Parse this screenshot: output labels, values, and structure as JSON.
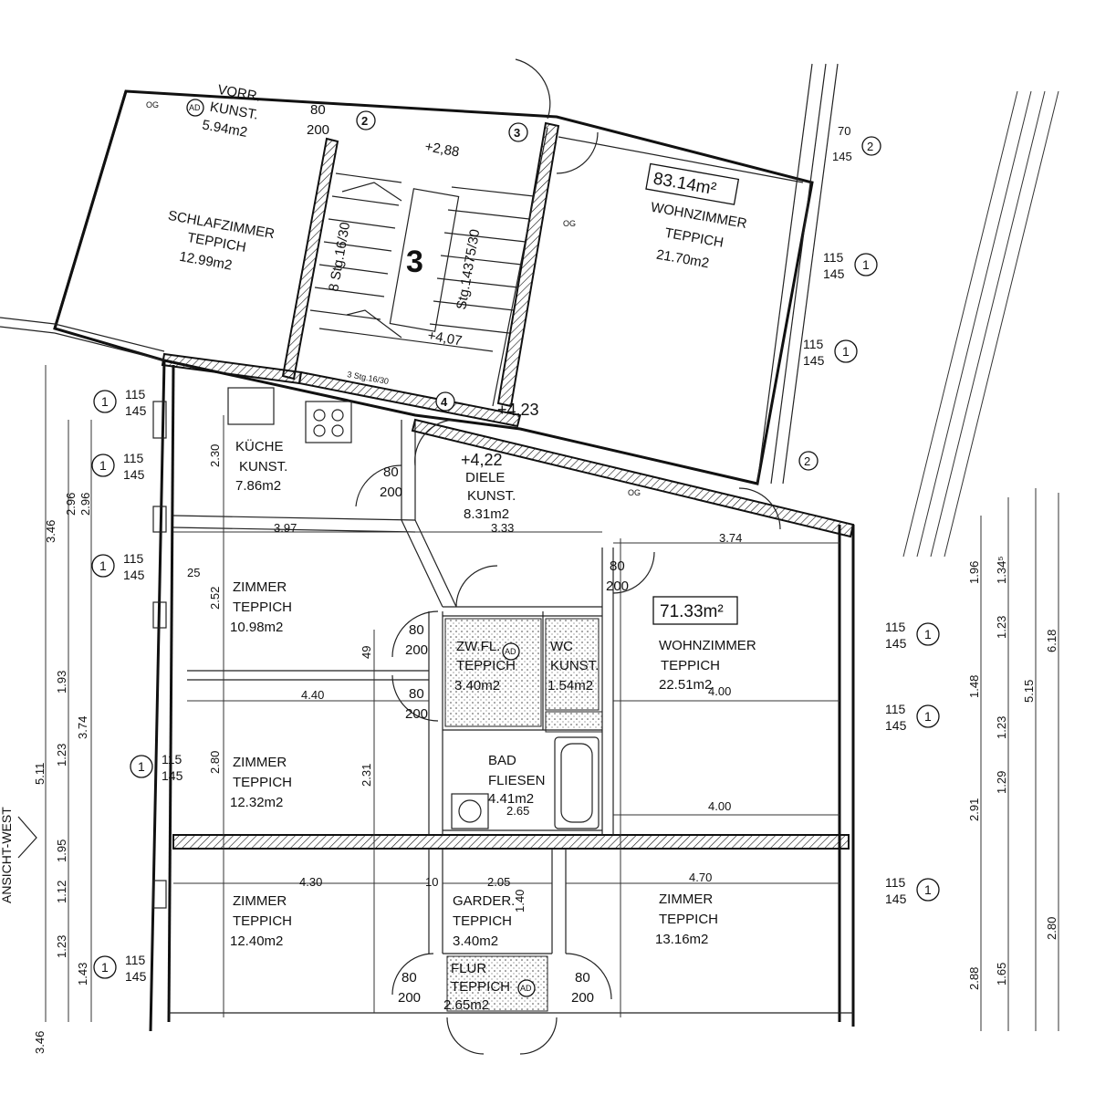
{
  "view_label": "ANSICHT-WEST",
  "upper_unit": {
    "total_area": "83.14m²",
    "rooms": [
      {
        "name": "SCHLAFZIMMER",
        "floor": "TEPPICH",
        "area": "12.99m2"
      },
      {
        "name": "VORR.",
        "floor": "KUNST.",
        "area": "5.94m2"
      },
      {
        "name": "WOHNZIMMER",
        "floor": "TEPPICH",
        "area": "21.70m2"
      }
    ]
  },
  "stair": {
    "number": "3",
    "run_a": "8 Stg.16/30",
    "run_b": "Stg.14375/30",
    "run_c": "3 Stg.16/30",
    "level_top": "+2,88",
    "level_mid": "+4,07",
    "level_landing": "+4,23",
    "level_entry": "+4,22"
  },
  "lower_unit": {
    "total_area": "71.33m²",
    "rooms": [
      {
        "name": "KÜCHE",
        "floor": "KUNST.",
        "area": "7.86m2"
      },
      {
        "name": "DIELE",
        "floor": "KUNST.",
        "area": "8.31m2"
      },
      {
        "name": "ZIMMER",
        "floor": "TEPPICH",
        "area": "10.98m2"
      },
      {
        "name": "ZW.FL.",
        "floor": "TEPPICH",
        "area": "3.40m2"
      },
      {
        "name": "WC",
        "floor": "KUNST.",
        "area": "1.54m2"
      },
      {
        "name": "WOHNZIMMER",
        "floor": "TEPPICH",
        "area": "22.51m2"
      },
      {
        "name": "ZIMMER",
        "floor": "TEPPICH",
        "area": "12.32m2"
      },
      {
        "name": "BAD",
        "floor": "FLIESEN",
        "area": "4.41m2"
      },
      {
        "name": "ZIMMER",
        "floor": "TEPPICH",
        "area": "12.40m2"
      },
      {
        "name": "GARDER.",
        "floor": "TEPPICH",
        "area": "3.40m2"
      },
      {
        "name": "ZIMMER",
        "floor": "TEPPICH",
        "area": "13.16m2"
      },
      {
        "name": "FLUR",
        "floor": "TEPPICH",
        "area": "2.65m2"
      }
    ]
  },
  "dimensions": {
    "d397": "3.97",
    "d333": "3.33",
    "d374": "3.74",
    "d440": "4.40",
    "d400a": "4.00",
    "d400b": "4.00",
    "d430": "4.30",
    "d205": "2.05",
    "d470": "4.70",
    "d252": "2.52",
    "d280": "2.80",
    "d230": "2.30",
    "d231": "2.31",
    "d265": "2.65",
    "d140": "1.40",
    "d10": "10",
    "d25": "25",
    "d49": "49"
  },
  "left_chain": [
    "3.46",
    "2.96",
    "2.96",
    "5.11",
    "1.93",
    "3.74",
    "1.23",
    "1.95",
    "1.12",
    "1.23",
    "1.43",
    "3.46"
  ],
  "right_chain": [
    "1.96",
    "1.34⁵",
    "1.23",
    "1.48",
    "5.15",
    "6.18",
    "1.23",
    "2.91",
    "1.29",
    "2.80",
    "2.88",
    "1.65"
  ],
  "window_top": "115",
  "window_bottom": "145",
  "window_marker": "1",
  "door_marker_2": "2",
  "door_marker_3": "3",
  "door_marker_4": "4",
  "door_width": "80",
  "door_height": "200",
  "door_width_70": "70",
  "door_height_145": "145",
  "ad_marker": "AD",
  "og_label": "OG"
}
